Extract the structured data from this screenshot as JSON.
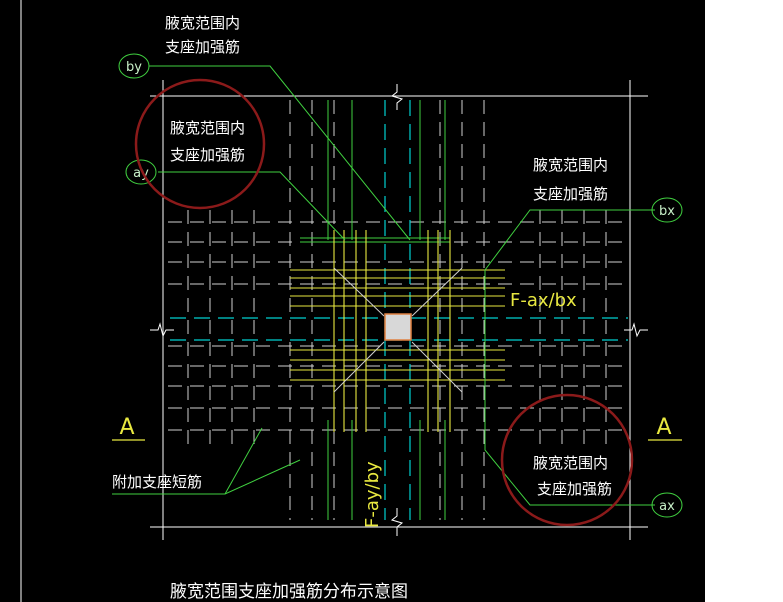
{
  "diagram": {
    "caption": "腋宽范围支座加强筋分布示意图",
    "section_mark_left": "A",
    "section_mark_right": "A",
    "axis_label_x": "F-ax/bx",
    "axis_label_y": "F-ay/by",
    "callouts": {
      "top_left_line1": "腋宽范围内",
      "top_left_line2": "支座加强筋",
      "circled_left_line1": "腋宽范围内",
      "circled_left_line2": "支座加强筋",
      "right_upper_line1": "腋宽范围内",
      "right_upper_line2": "支座加强筋",
      "circled_right_line1": "腋宽范围内",
      "circled_right_line2": "支座加强筋",
      "extra_bar": "附加支座短筋"
    },
    "tags": {
      "by": "by",
      "ay": "ay",
      "bx": "bx",
      "ax": "ax"
    }
  },
  "colors": {
    "background": "#000000",
    "frame": "#ffffff",
    "grid_dashed": "#00d0d0",
    "rebar_yellow": "#e8e840",
    "leader_green": "#40d040",
    "highlight_circle": "#8b1a1a",
    "column_fill": "#d8d8d8"
  }
}
